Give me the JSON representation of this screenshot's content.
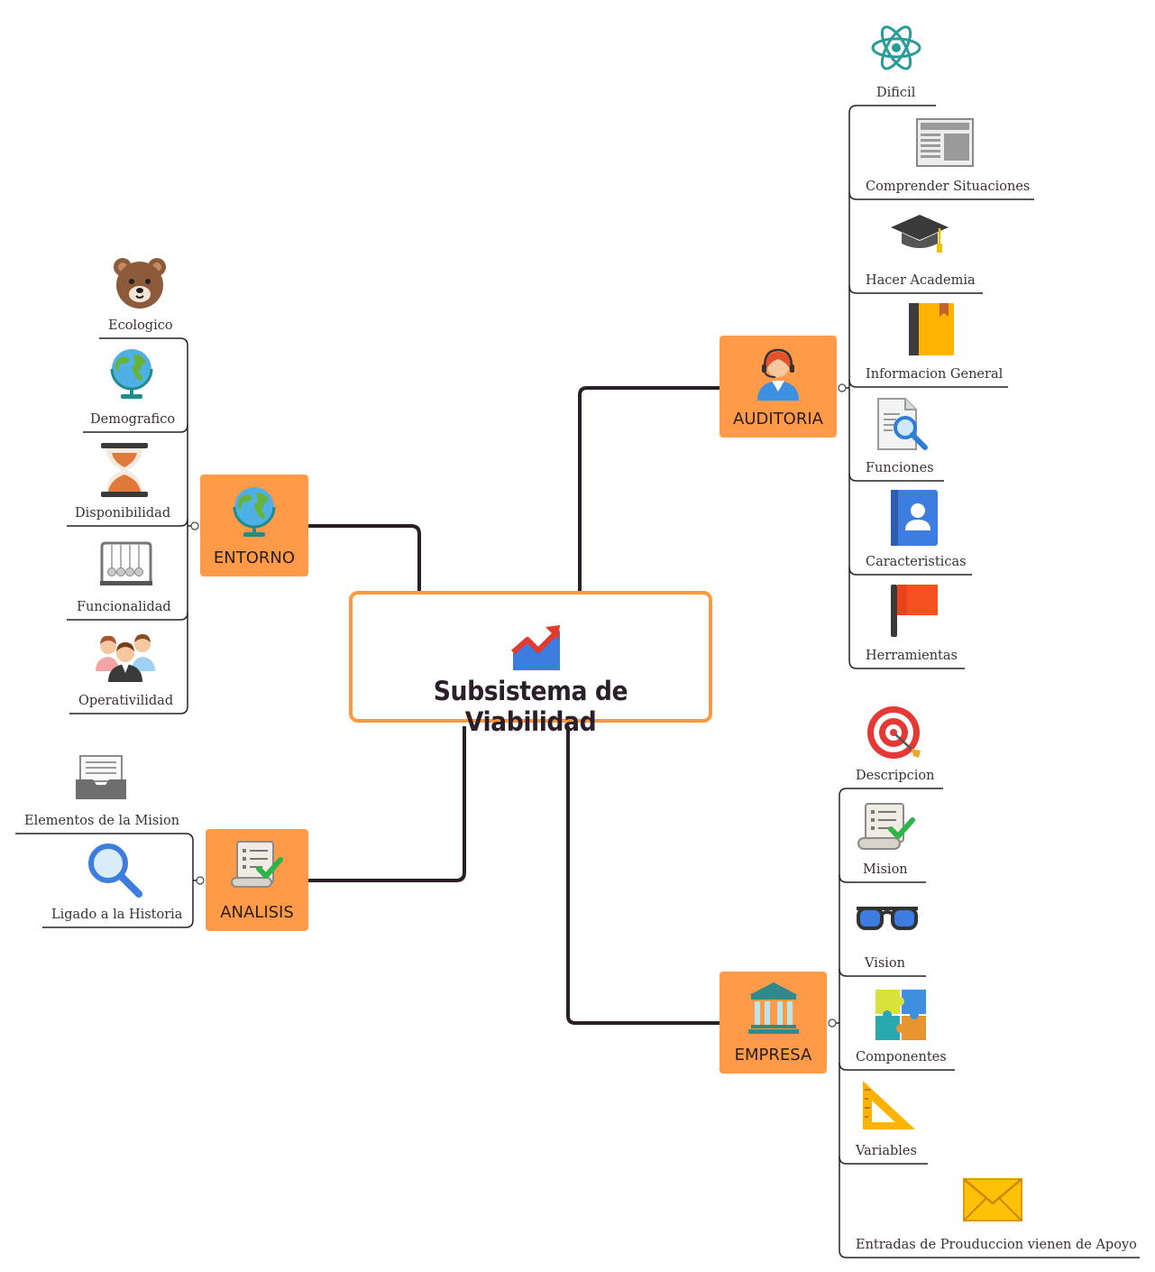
{
  "central": {
    "title": "Subsistema de Viabilidad",
    "icon": "trending-chart-icon"
  },
  "branches": [
    {
      "id": "auditoria",
      "label": "AUDITORIA",
      "icon": "call-center-agent-icon",
      "children": [
        {
          "label": "Dificil",
          "icon": "atom-icon"
        },
        {
          "label": "Comprender Situaciones",
          "icon": "newspaper-icon"
        },
        {
          "label": "Hacer Academia",
          "icon": "graduation-cap-icon"
        },
        {
          "label": "Informacion General",
          "icon": "book-icon"
        },
        {
          "label": "Funciones",
          "icon": "document-search-icon"
        },
        {
          "label": "Caracteristicas",
          "icon": "contact-book-icon"
        },
        {
          "label": "Herramientas",
          "icon": "flag-icon"
        }
      ]
    },
    {
      "id": "empresa",
      "label": "EMPRESA",
      "icon": "bank-icon",
      "children": [
        {
          "label": "Descripcion",
          "icon": "target-icon"
        },
        {
          "label": "Mision",
          "icon": "checklist-scroll-icon"
        },
        {
          "label": "Vision",
          "icon": "glasses-icon"
        },
        {
          "label": "Componentes",
          "icon": "puzzle-icon"
        },
        {
          "label": "Variables",
          "icon": "set-square-icon"
        },
        {
          "label": "Entradas de Prouduccion vienen de Apoyo",
          "icon": "envelope-icon"
        }
      ]
    },
    {
      "id": "entorno",
      "label": "ENTORNO",
      "icon": "globe-icon",
      "children": [
        {
          "label": "Ecologico",
          "icon": "bear-icon"
        },
        {
          "label": "Demografico",
          "icon": "globe-icon"
        },
        {
          "label": "Disponibilidad",
          "icon": "hourglass-icon"
        },
        {
          "label": "Funcionalidad",
          "icon": "newton-cradle-icon"
        },
        {
          "label": "Operativilidad",
          "icon": "people-group-icon"
        }
      ]
    },
    {
      "id": "analisis",
      "label": "ANALISIS",
      "icon": "checklist-scroll-icon",
      "children": [
        {
          "label": "Elementos de la Mision",
          "icon": "inbox-tray-icon"
        },
        {
          "label": "Ligado a la Historia",
          "icon": "magnifier-icon"
        }
      ]
    }
  ],
  "colors": {
    "node": "#ff9a48",
    "central_border": "#ff9a3c",
    "connector": "#2b1f27",
    "leaf_line": "#222222"
  }
}
